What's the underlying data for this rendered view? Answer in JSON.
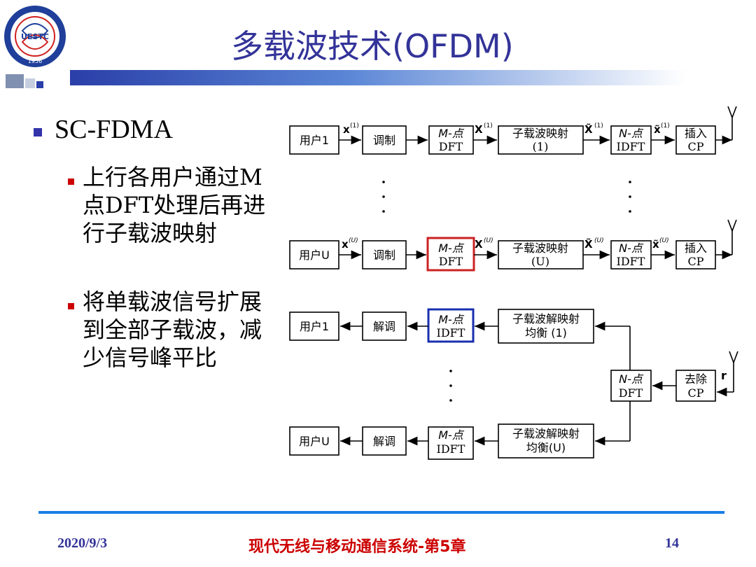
{
  "slide": {
    "title": "多载波技术(OFDM)",
    "heading": "SC-FDMA",
    "bullets": [
      "上行各用户通过M点DFT处理后再进行子载波映射",
      "将单载波信号扩展到全部子载波，减少信号峰平比"
    ]
  },
  "logo": {
    "text": "UESTC",
    "year": "1956"
  },
  "footer": {
    "date": "2020/9/3",
    "center": "现代无线与移动通信系统-第5章",
    "page": "14"
  },
  "diagram": {
    "tx1": [
      "用户1",
      "调制",
      "M-点",
      "DFT",
      "子载波映射",
      "(1)",
      "N-点",
      "IDFT",
      "插入",
      "CP"
    ],
    "txU": [
      "用户U",
      "调制",
      "M-点",
      "DFT",
      "子载波映射",
      "(U)",
      "N-点",
      "IDFT",
      "插入",
      "CP"
    ],
    "rx": [
      "用户1",
      "解调",
      "M-点",
      "IDFT",
      "子载波解映射",
      "均衡 (1)",
      "N-点",
      "DFT",
      "去除",
      "CP",
      "用户U",
      "解调",
      "M-点",
      "IDFT",
      "子载波解映射",
      "均衡(U)"
    ],
    "signals_tx1": [
      "x",
      "(1)",
      "X",
      "(1)",
      "X̃",
      "(1)",
      "x̃",
      "(1)"
    ],
    "signals_txU": [
      "x",
      "(U)",
      "X",
      "(U)",
      "X̃",
      "(U)",
      "x̃",
      "(U)"
    ],
    "signal_rx": "r",
    "highlight_colors": {
      "red": "#cc2222",
      "blue": "#1a2fb0"
    }
  }
}
